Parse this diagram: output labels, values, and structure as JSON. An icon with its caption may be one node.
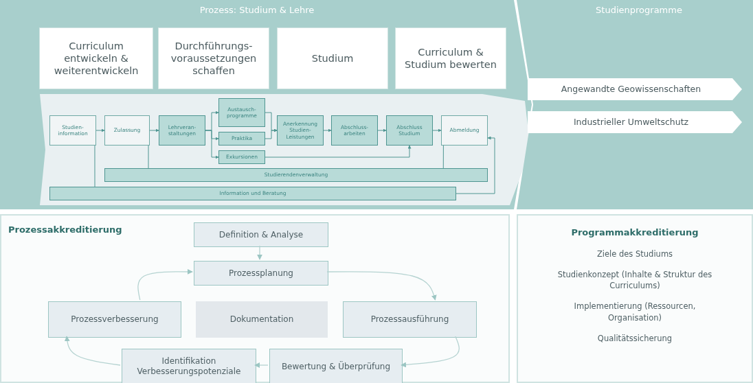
{
  "diagram": {
    "nodes": [
      {
        "text": [
          "Prozess: Studium & Lehre"
        ]
      },
      {
        "text": [
          "Curriculum entwickeln & weiterentwickeln"
        ],
        "in": 0
      },
      {
        "text": [
          "Durchführungs-voraussetzungen schaffen"
        ],
        "in": 0
      },
      {
        "text": [
          "Studium"
        ],
        "in": 0
      },
      {
        "text": [
          "Curriculum & Studium bewerten"
        ],
        "in": 0
      },
      {
        "text": [],
        "shape": "box",
        "in": 0
      },
      {
        "text": [
          "Studien-information"
        ],
        "in": 5
      },
      {
        "text": [
          "Zulassung"
        ],
        "in": 5
      },
      {
        "text": [
          "Lehrveran-staltungen"
        ],
        "in": 5
      },
      {
        "text": [
          "Austausch-programme"
        ],
        "in": 5
      },
      {
        "text": [
          "Praktika"
        ],
        "in": 5
      },
      {
        "text": [
          "Exkursionen"
        ],
        "in": 5
      },
      {
        "text": [
          "Anerkennung Studien-Leistungen"
        ],
        "in": 5
      },
      {
        "text": [
          "Abschluss-arbeiten"
        ],
        "in": 5
      },
      {
        "text": [
          "Abschluss Studium"
        ],
        "in": 5
      },
      {
        "text": [
          "Abmeldung"
        ],
        "in": 5
      },
      {
        "text": [
          "Studierendenverwaltung"
        ],
        "in": 5
      },
      {
        "text": [
          "Information und Beratung"
        ],
        "in": 5
      },
      {
        "text": [
          "Studienprogramme"
        ]
      },
      {
        "text": [
          "Angewandte Geowissenschaften"
        ],
        "in": 18
      },
      {
        "text": [
          "Industrieller Umweltschutz"
        ],
        "in": 18
      },
      {
        "text": [
          "Prozessakkreditierung"
        ]
      },
      {
        "text": [
          "Definition & Analyse"
        ],
        "in": 21
      },
      {
        "text": [
          "Prozessplanung"
        ],
        "in": 21
      },
      {
        "text": [
          "Prozessverbesserung"
        ],
        "in": 21
      },
      {
        "text": [
          "Dokumentation"
        ],
        "in": 21
      },
      {
        "text": [
          "Prozessausführung"
        ],
        "in": 21
      },
      {
        "text": [
          "Identifikation Verbesserungspotenziale"
        ],
        "in": 21
      },
      {
        "text": [
          "Bewertung & Überprüfung"
        ],
        "in": 21
      },
      {
        "text": [
          "Programmakkreditierung",
          "Ziele des Studiums",
          "Studienkonzept (Inhalte & Struktur des Curriculums)",
          "Implementierung (Ressourcen, Organisation)",
          "Qualitätssicherung"
        ]
      }
    ],
    "edges": [
      {
        "from": 6,
        "to": 7,
        "arrow": "to"
      },
      {
        "from": 7,
        "to": 8,
        "arrow": "to"
      },
      {
        "from": 8,
        "to": 9,
        "arrow": "to"
      },
      {
        "from": 8,
        "to": 10,
        "arrow": "to"
      },
      {
        "from": 8,
        "to": 11,
        "arrow": "to"
      },
      {
        "from": 9,
        "to": 12,
        "arrow": "to"
      },
      {
        "from": 10,
        "to": 12,
        "arrow": "to"
      },
      {
        "from": 12,
        "to": 13,
        "arrow": "to"
      },
      {
        "from": 13,
        "to": 14,
        "arrow": "to"
      },
      {
        "from": 11,
        "to": 14,
        "arrow": "to"
      },
      {
        "from": 14,
        "to": 15,
        "arrow": "to"
      },
      {
        "from": 17,
        "to": 15,
        "arrow": "to"
      },
      {
        "from": 6,
        "to": 17,
        "arrow": "none"
      },
      {
        "from": 7,
        "to": 16,
        "arrow": "none"
      },
      {
        "from": 15,
        "to": 16,
        "arrow": "none"
      },
      {
        "from": 22,
        "to": 23,
        "arrow": "to",
        "color": "#b5d3d1"
      },
      {
        "from": 23,
        "to": 26,
        "arrow": "to",
        "color": "#b5d3d1"
      },
      {
        "from": 26,
        "to": 28,
        "arrow": "to",
        "color": "#b5d3d1"
      },
      {
        "from": 28,
        "to": 27,
        "arrow": "to",
        "color": "#b5d3d1"
      },
      {
        "from": 27,
        "to": 24,
        "arrow": "to",
        "color": "#b5d3d1"
      },
      {
        "from": 24,
        "to": 23,
        "arrow": "to",
        "color": "#b5d3d1"
      }
    ]
  }
}
